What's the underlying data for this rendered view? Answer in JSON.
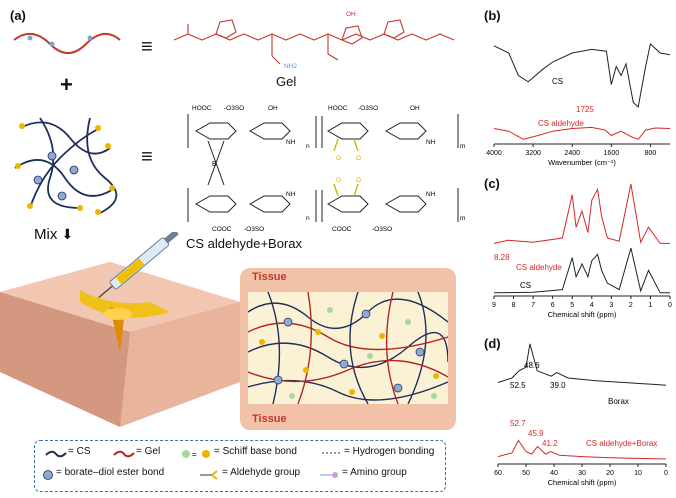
{
  "panel_a": {
    "label": "(a)",
    "gel_label": "Gel",
    "cs_label": "CS aldehyde+Borax",
    "mix_label": "Mix",
    "tissue_top": "Tissue",
    "tissue_bottom": "Tissue",
    "equiv_symbol": "≡",
    "plus_symbol": "+",
    "chem": {
      "hooc": "HOOC",
      "so3": "-O3SO",
      "oh": "OH",
      "nh": "NH",
      "o": "O",
      "b": "B",
      "n": "n",
      "m": "m",
      "cooc_bottom": "COOC",
      "nh2": "NH2",
      "oh_top": "OH"
    },
    "legend": {
      "cs": "= CS",
      "gel": "= Gel",
      "schiff": "= Schiff base bond",
      "hbond": "= Hydrogen bonding",
      "borate": "= borate–diol ester bond",
      "aldehyde": "= Aldehyde group",
      "amino": "= Amino group"
    }
  },
  "panel_b": {
    "label": "(b)",
    "xlabel": "Wavenumber (cm⁻¹)",
    "annotation": "1725",
    "series_labels": [
      "CS",
      "CS aldehyde"
    ]
  },
  "panel_c": {
    "label": "(c)",
    "xlabel": "Chemical shift (ppm)",
    "annotation": "8.28",
    "series_labels": [
      "CS aldehyde",
      "CS"
    ]
  },
  "panel_d": {
    "label": "(d)",
    "xlabel": "Chemical shift (ppm)",
    "peak_labels_top": [
      "48.6",
      "52.5",
      "39.0"
    ],
    "peak_labels_bottom": [
      "52.7",
      "45.9",
      "41.2"
    ],
    "series_labels": [
      "Borax",
      "CS aldehyde+Borax"
    ]
  },
  "chart_data": [
    {
      "type": "line",
      "title": "",
      "xlabel": "Wavenumber (cm⁻¹)",
      "ylabel": "",
      "xlim": [
        4000,
        400
      ],
      "xticks": [
        "4000",
        "3200",
        "2400",
        "1600",
        "800"
      ],
      "series": [
        {
          "name": "CS",
          "color": "#222222",
          "x": [
            4000,
            3700,
            3500,
            3300,
            3000,
            2800,
            2400,
            2000,
            1700,
            1600,
            1500,
            1400,
            1300,
            1150,
            1050,
            900,
            800,
            600,
            400
          ],
          "y": [
            0.78,
            0.7,
            0.45,
            0.38,
            0.52,
            0.6,
            0.7,
            0.74,
            0.72,
            0.35,
            0.55,
            0.45,
            0.58,
            0.15,
            0.1,
            0.55,
            0.8,
            0.7,
            0.68
          ]
        },
        {
          "name": "CS aldehyde",
          "color": "#d62728",
          "x": [
            4000,
            3700,
            3400,
            3100,
            2800,
            2400,
            2000,
            1725,
            1600,
            1400,
            1200,
            1050,
            900,
            700,
            400
          ],
          "y": [
            0.25,
            0.2,
            0.05,
            0.12,
            0.2,
            0.25,
            0.27,
            0.22,
            0.12,
            0.2,
            0.1,
            0.05,
            0.22,
            0.26,
            0.25
          ]
        }
      ]
    },
    {
      "type": "line",
      "title": "",
      "xlabel": "Chemical shift (ppm)",
      "ylabel": "",
      "xlim": [
        9,
        0
      ],
      "xticks": [
        "9",
        "8",
        "7",
        "6",
        "5",
        "4",
        "3",
        "2",
        "1",
        "0"
      ],
      "series": [
        {
          "name": "CS aldehyde",
          "color": "#d62728",
          "x": [
            9,
            8.28,
            7,
            5.5,
            5,
            4.8,
            4.5,
            4.2,
            4,
            3.7,
            3.5,
            3.2,
            2.6,
            2.0,
            1.5,
            1.1,
            0.5,
            0
          ],
          "y": [
            0.45,
            0.48,
            0.46,
            0.5,
            0.9,
            0.6,
            0.75,
            0.55,
            0.85,
            0.95,
            0.7,
            0.5,
            0.47,
            1.0,
            0.46,
            0.6,
            0.45,
            0.45
          ]
        },
        {
          "name": "CS",
          "color": "#222222",
          "x": [
            9,
            7,
            5.5,
            5,
            4.8,
            4.5,
            4.2,
            4,
            3.7,
            3.5,
            3.2,
            2.6,
            2.0,
            1.5,
            1.1,
            0.5,
            0
          ],
          "y": [
            0.05,
            0.06,
            0.1,
            0.6,
            0.3,
            0.5,
            0.3,
            0.55,
            0.65,
            0.4,
            0.2,
            0.1,
            0.75,
            0.08,
            0.4,
            0.05,
            0.05
          ]
        }
      ]
    },
    {
      "type": "line",
      "title": "",
      "xlabel": "Chemical shift (ppm)",
      "ylabel": "",
      "xlim": [
        60,
        0
      ],
      "xticks": [
        "60",
        "50",
        "40",
        "30",
        "20",
        "10",
        "0"
      ],
      "series": [
        {
          "name": "Borax",
          "color": "#222222",
          "x": [
            60,
            55,
            52.5,
            50,
            48.6,
            46,
            41,
            39,
            35,
            25,
            15,
            5,
            0
          ],
          "y": [
            0.55,
            0.6,
            0.68,
            0.72,
            0.98,
            0.68,
            0.62,
            0.66,
            0.6,
            0.57,
            0.55,
            0.53,
            0.52
          ]
        },
        {
          "name": "CS aldehyde+Borax",
          "color": "#d62728",
          "x": [
            60,
            55,
            52.7,
            50,
            48,
            45.9,
            43,
            41.2,
            38,
            30,
            20,
            10,
            0
          ],
          "y": [
            0.12,
            0.18,
            0.38,
            0.2,
            0.16,
            0.28,
            0.16,
            0.2,
            0.14,
            0.12,
            0.1,
            0.09,
            0.08
          ]
        }
      ]
    }
  ]
}
